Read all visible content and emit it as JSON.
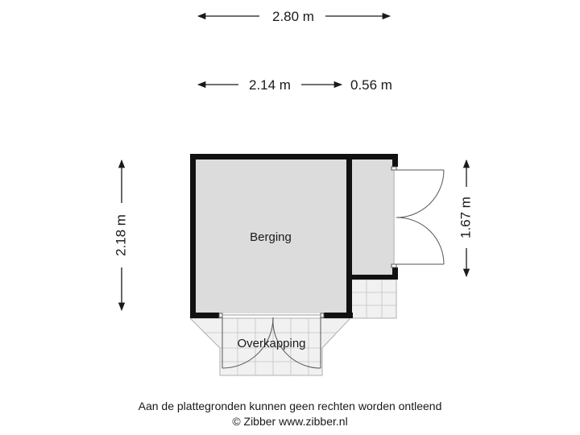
{
  "dimensions": {
    "total_width": "2.80 m",
    "berging_width": "2.14 m",
    "side_width": "0.56 m",
    "left_height": "2.18 m",
    "right_height": "1.67 m"
  },
  "rooms": {
    "berging": "Berging",
    "overkapping": "Overkapping"
  },
  "footer": {
    "disclaimer": "Aan de plattegronden kunnen geen rechten worden ontleend",
    "copyright": "© Zibber www.zibber.nl"
  },
  "colors": {
    "wall": "#111111",
    "room_fill": "#dcdcdc",
    "tile_line": "#b5b5b5",
    "text": "#1a1a1a"
  }
}
